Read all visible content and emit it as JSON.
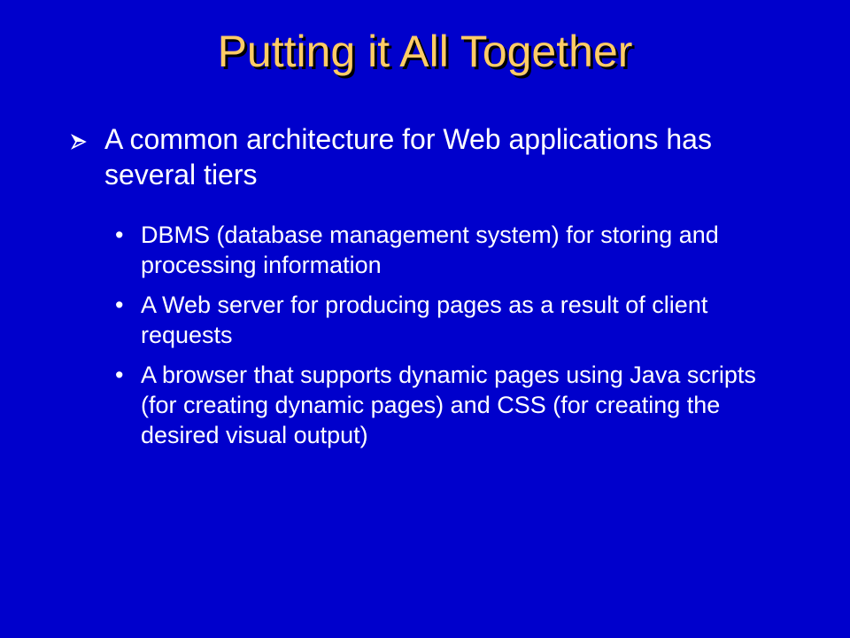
{
  "slide": {
    "title": "Putting it All Together",
    "main_point": "A common architecture for Web applications has several tiers",
    "sub_points": [
      "DBMS (database management system) for storing and processing information",
      "A Web server for producing pages as a result of client requests",
      "A browser that supports dynamic pages using Java scripts (for creating dynamic pages) and CSS (for creating the desired visual output)"
    ],
    "sub_bullet_glyph": "•",
    "colors": {
      "background": "#0000cc",
      "title": "#ffcc66",
      "text": "#ffffff"
    }
  }
}
